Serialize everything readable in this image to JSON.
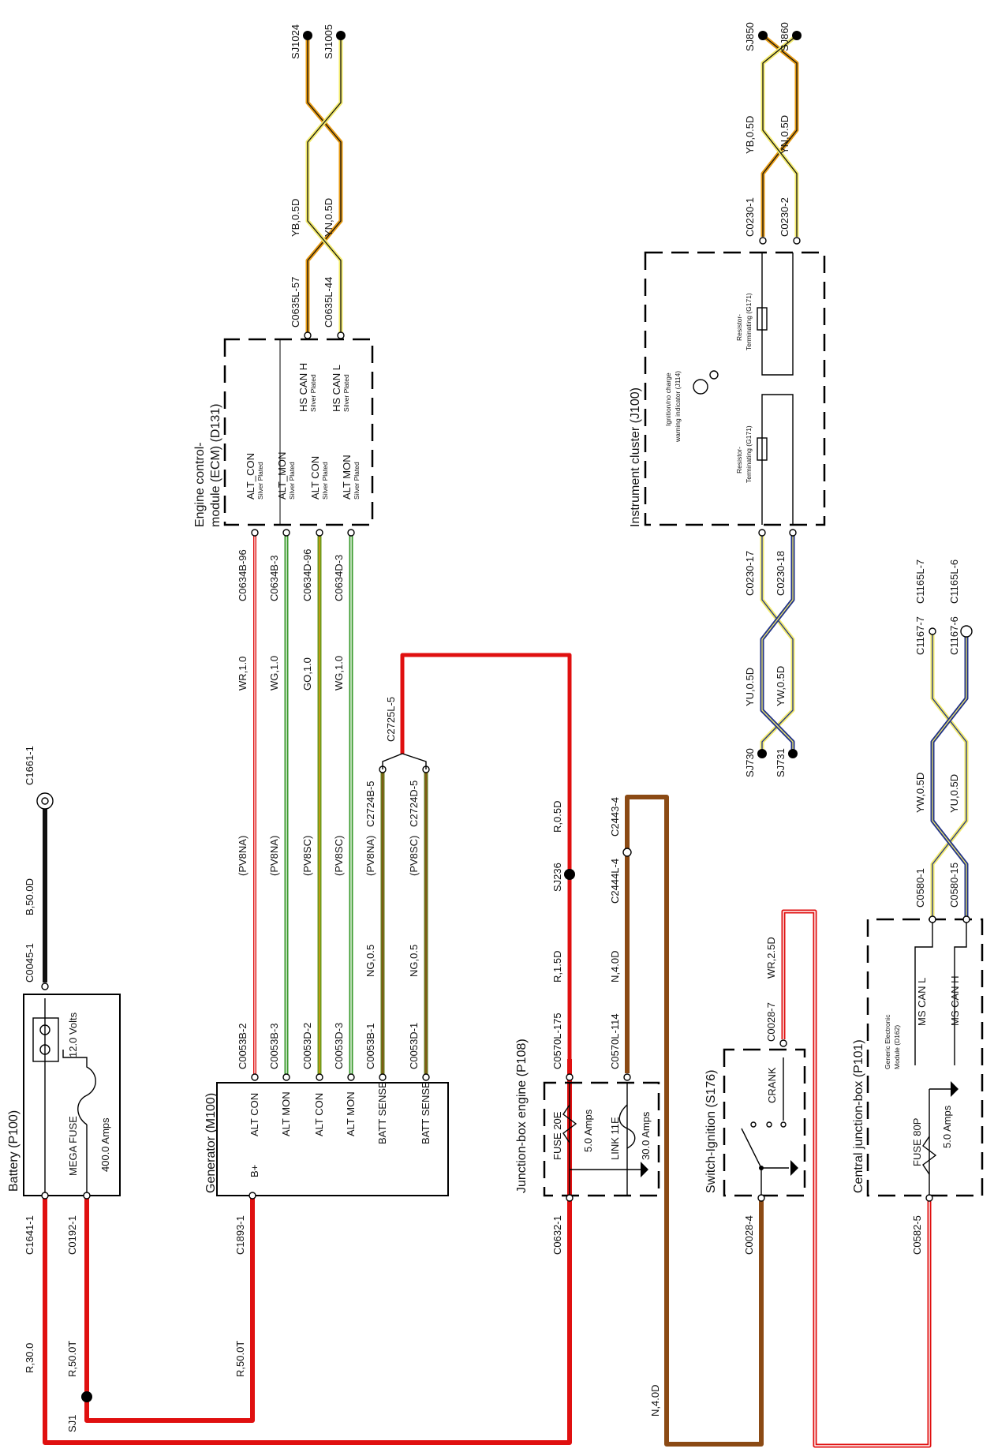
{
  "colors": {
    "red": "#e01010",
    "black": "#111111",
    "brown": "#8b4a14",
    "green": "#3a9a2c",
    "olive": "#6a7a1c",
    "yellow": "#f2ea6a",
    "orange": "#e69a12",
    "blue": "#22338a",
    "junction": "#000000"
  },
  "components": {
    "battery": {
      "title": "Battery (P100)",
      "voltage": "12.0 Volts",
      "fuse_name": "MEGA FUSE",
      "fuse_rating": "400.0 Amps"
    },
    "generator": {
      "title": "Generator (M100)",
      "pins": [
        "B+",
        "ALT CON",
        "ALT MON",
        "ALT CON",
        "ALT MON",
        "BATT SENSE",
        "BATT SENSE"
      ]
    },
    "ecm": {
      "title_line1": "Engine control-",
      "title_line2": "module (ECM) (D131)",
      "pins": [
        {
          "name": "ALT_CON",
          "sub": "Silver Plated"
        },
        {
          "name": "ALT_MON",
          "sub": "Silver Plated"
        },
        {
          "name": "ALT CON",
          "sub": "Silver Plated"
        },
        {
          "name": "ALT MON",
          "sub": "Silver Plated"
        },
        {
          "name": "HS CAN H",
          "sub": "Silver Plated"
        },
        {
          "name": "HS CAN L",
          "sub": "Silver Plated"
        }
      ]
    },
    "instrument_cluster": {
      "title": "Instrument cluster (J100)",
      "resistor": "Resistor-",
      "resistor2": "Terminating (G171)",
      "lamp1": "Ignition/no charge",
      "lamp2": "warning indicator (J114)"
    },
    "junction_box_engine": {
      "title": "Junction-box engine (P108)",
      "fuse_name": "FUSE 20E",
      "fuse_rating": "5.0 Amps",
      "link_name": "LINK 11E",
      "link_rating": "30.0 Amps"
    },
    "switch_ignition": {
      "title": "Switch-Ignition (S176)",
      "crank": "CRANK"
    },
    "central_junction_box": {
      "title": "Central junction-box (P101)",
      "fuse_name": "FUSE 80P",
      "fuse_rating": "5.0 Amps",
      "gem1": "Generic Electronic",
      "gem2": "Module (D162)",
      "can_l": "MS CAN L",
      "can_h": "MS CAN H"
    }
  },
  "connectors": {
    "c1641": "C1641-1",
    "c0192": "C0192-1",
    "c0045": "C0045-1",
    "c1661": "C1661-1",
    "c1893": "C1893-1",
    "c0053b2": "C0053B-2",
    "c0053b3": "C0053B-3",
    "c0053d2": "C0053D-2",
    "c0053d3": "C0053D-3",
    "c0053b1": "C0053B-1",
    "c0053d1": "C0053D-1",
    "c0634b96": "C0634B-96",
    "c0634b3": "C0634B-3",
    "c0634d96": "C0634D-96",
    "c0634d3": "C0634D-3",
    "c0635l57": "C0635L-57",
    "c0635l44": "C0635L-44",
    "sj1024": "SJ1024",
    "sj1005": "SJ1005",
    "c2725l5": "C2725L-5",
    "c2724b5": "C2724B-5",
    "c2724d5": "C2724D-5",
    "c0632": "C0632-1",
    "c0570l175": "C0570L-175",
    "c0570l114": "C0570L-114",
    "sj236": "SJ236",
    "c2444": "C2444L-4",
    "c2443": "C2443-4",
    "c0028_4": "C0028-4",
    "c0028_7": "C0028-7",
    "sj730": "SJ730",
    "sj731": "SJ731",
    "c0230_17": "C0230-17",
    "c0230_18": "C0230-18",
    "c0230_1": "C0230-1",
    "c0230_2": "C0230-2",
    "sj850": "SJ850",
    "sj860": "SJ860",
    "c1167_7": "C1167-7",
    "c1165l7": "C1165L-7",
    "c1167_6": "C1167-6",
    "c1165l6": "C1165L-6",
    "c0580_1": "C0580-1",
    "c0580_15": "C0580-15",
    "c0582_5": "C0582-5",
    "sj1": "SJ1"
  },
  "wires": {
    "r30": "R,30.0",
    "r50t_a": "R,50.0T",
    "r50t_b": "R,50.0T",
    "b50d": "B,50.0D",
    "wr10": "WR,1.0",
    "wg10a": "WG,1.0",
    "go10": "GO,1.0",
    "wg10b": "WG,1.0",
    "ng05a": "NG,0.5",
    "ng05b": "NG,0.5",
    "pv8na_1": "(PV8NA)",
    "pv8na_2": "(PV8NA)",
    "pv8sc_1": "(PV8SC)",
    "pv8sc_2": "(PV8SC)",
    "pv8na_3": "(PV8NA)",
    "pv8sc_3": "(PV8SC)",
    "yb05a": "YB,0.5D",
    "yn05a": "YN,0.5D",
    "yb05b": "YB,0.5D",
    "yn05b": "YN,0.5D",
    "r05d": "R,0.5D",
    "r15d": "R,1.5D",
    "n40d_a": "N,4.0D",
    "n40d_b": "N,4.0D",
    "wr25d": "WR,2.5D",
    "yu05a": "YU,0.5D",
    "yw05a": "YW,0.5D",
    "yw05b": "YW,0.5D",
    "yu05b": "YU,0.5D"
  }
}
